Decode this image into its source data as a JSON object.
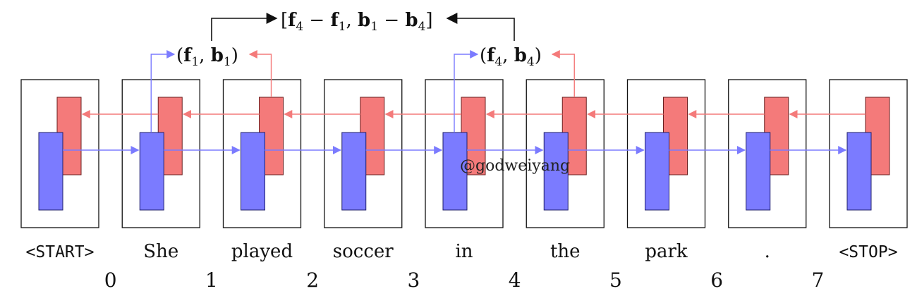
{
  "diagram": {
    "tokens": [
      {
        "text": "<START>",
        "mono": true
      },
      {
        "text": "She",
        "mono": false
      },
      {
        "text": "played",
        "mono": false
      },
      {
        "text": "soccer",
        "mono": false
      },
      {
        "text": "in",
        "mono": false
      },
      {
        "text": "the",
        "mono": false
      },
      {
        "text": "park",
        "mono": false
      },
      {
        "text": ".",
        "mono": false
      },
      {
        "text": "<STOP>",
        "mono": true
      }
    ],
    "boundary_indices": [
      "0",
      "1",
      "2",
      "3",
      "4",
      "5",
      "6",
      "7"
    ],
    "span_start_pair": {
      "open": "(",
      "f": "f",
      "f_sub": "1",
      "comma": ", ",
      "b": "b",
      "b_sub": "1",
      "close": ")"
    },
    "span_end_pair": {
      "open": "(",
      "f": "f",
      "f_sub": "4",
      "comma": ", ",
      "b": "b",
      "b_sub": "4",
      "close": ")"
    },
    "span_representation": {
      "open": "[",
      "t1": "f",
      "t1_sub": "4",
      "op1": " − ",
      "t2": "f",
      "t2_sub": "1",
      "sep": ", ",
      "t3": "b",
      "t3_sub": "1",
      "op2": " − ",
      "t4": "b",
      "t4_sub": "4",
      "close": "]"
    },
    "watermark": "@godweiyang",
    "colors": {
      "forward": "#7b7bff",
      "forward_stroke": "#1f1f6a",
      "backward": "#f47a7a",
      "backward_stroke": "#6a1f1f",
      "frame": "#111111"
    }
  }
}
